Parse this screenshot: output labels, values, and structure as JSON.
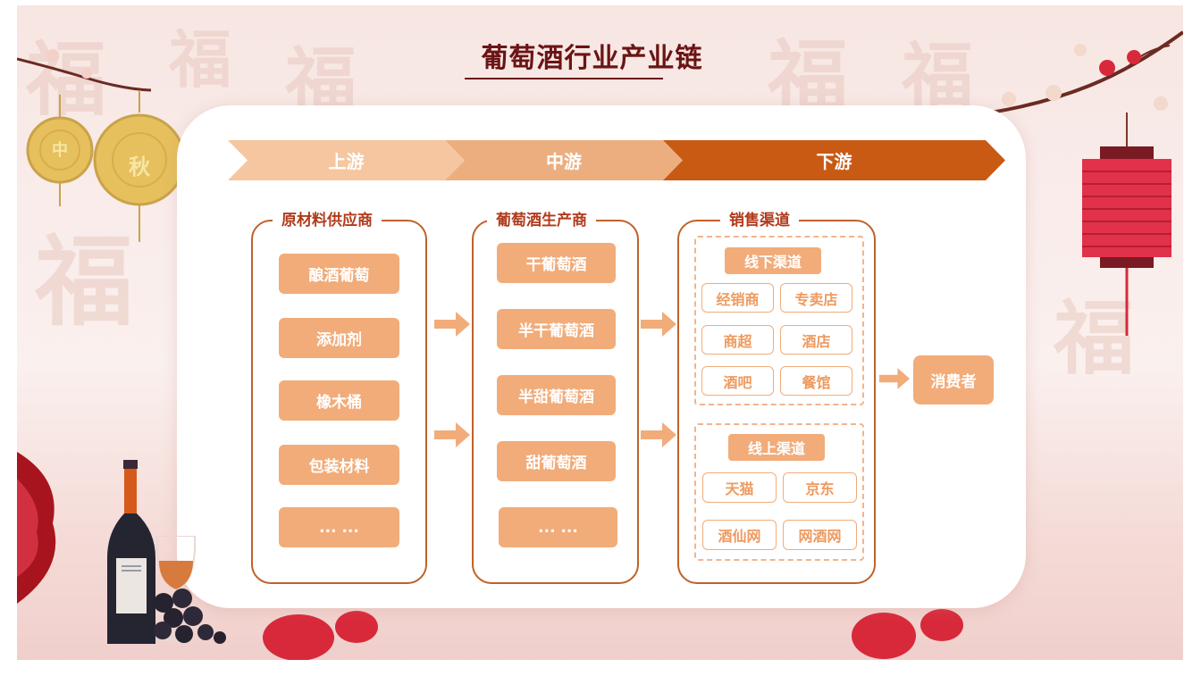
{
  "title": "葡萄酒行业产业链",
  "stages": [
    {
      "label": "上游",
      "color": "#f5c6a0"
    },
    {
      "label": "中游",
      "color": "#ecae7f"
    },
    {
      "label": "下游",
      "color": "#c85a14"
    }
  ],
  "upstream": {
    "title": "原材料供应商",
    "items": [
      "酿酒葡萄",
      "添加剂",
      "橡木桶",
      "包装材料",
      "... ..."
    ]
  },
  "midstream": {
    "title": "葡萄酒生产商",
    "items": [
      "干葡萄酒",
      "半干葡萄酒",
      "半甜葡萄酒",
      "甜葡萄酒",
      "... ..."
    ]
  },
  "downstream": {
    "title": "销售渠道",
    "offline": {
      "label": "线下渠道",
      "items": [
        "经销商",
        "专卖店",
        "商超",
        "酒店",
        "酒吧",
        "餐馆"
      ]
    },
    "online": {
      "label": "线上渠道",
      "items": [
        "天猫",
        "京东",
        "酒仙网",
        "网酒网"
      ]
    }
  },
  "consumer": "消费者",
  "mooncake_chars": [
    "中",
    "秋"
  ],
  "colors": {
    "accent": "#f1ac7a",
    "bracket": "#c0622a",
    "title": "#6b1414"
  }
}
